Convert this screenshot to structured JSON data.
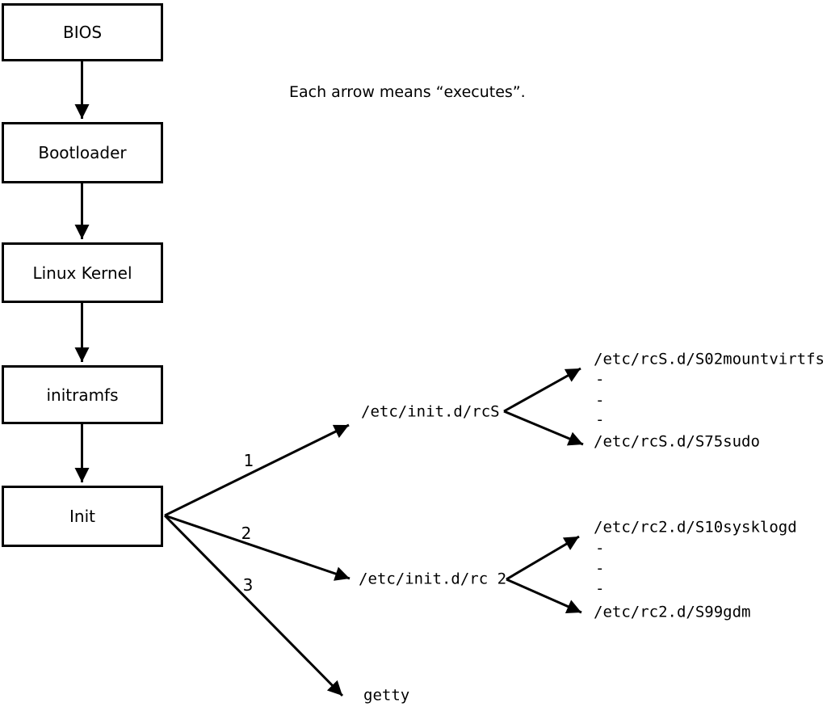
{
  "caption": "Each arrow means “executes”.",
  "chain": [
    {
      "label": "BIOS"
    },
    {
      "label": "Bootloader"
    },
    {
      "label": "Linux Kernel"
    },
    {
      "label": "initramfs"
    },
    {
      "label": "Init"
    }
  ],
  "init_branches": [
    {
      "number": "1",
      "target": "/etc/init.d/rcS"
    },
    {
      "number": "2",
      "target": "/etc/init.d/rc 2"
    },
    {
      "number": "3",
      "target": "getty"
    }
  ],
  "rcS_items": [
    "/etc/rcS.d/S02mountvirtfs",
    "-",
    "-",
    "-",
    "/etc/rcS.d/S75sudo"
  ],
  "rc2_items": [
    "/etc/rc2.d/S10sysklogd",
    "-",
    "-",
    "-",
    "/etc/rc2.d/S99gdm"
  ],
  "colors": {
    "line": "#000000",
    "background": "#ffffff"
  }
}
